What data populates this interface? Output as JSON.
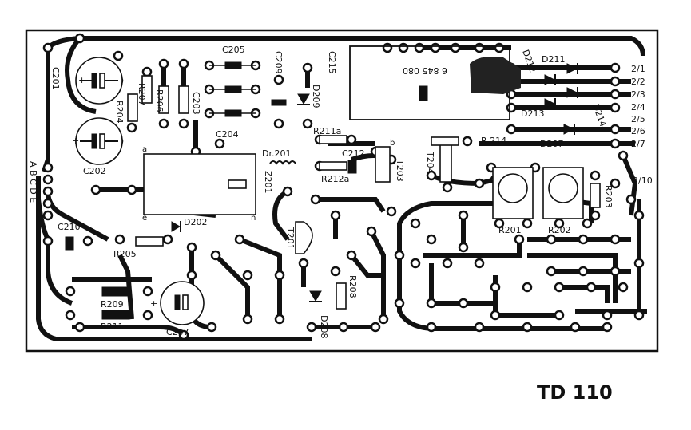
{
  "title": "TD 110",
  "part_number": "6 845 080",
  "labels": {
    "C201": "C201",
    "C202": "C202",
    "C203": "C203",
    "C204": "C204",
    "C205": "C205",
    "C207": "C207",
    "C209": "C209",
    "C210": "C210",
    "C212": "C212",
    "C215": "C215",
    "R203": "R203",
    "R204": "R204",
    "R205": "R205",
    "R206": "R206",
    "R207": "R207",
    "R208": "R208",
    "R209": "R209",
    "R211": "R211",
    "R211a": "R211a",
    "R212a": "R212a",
    "R214": "R 214",
    "R201": "R201",
    "R202": "R202",
    "D202": "D202",
    "D207": "D207",
    "D208": "D208",
    "D209": "D209",
    "D211": "D211",
    "D212": "D212",
    "D213": "D213",
    "D214": "D214",
    "Z201": "Z201",
    "Dr201": "Dr.201",
    "T201": "T201",
    "T203": "T203",
    "T204": "T204",
    "row_abcde": "A B C D E",
    "sym_plus": "+",
    "pin_a": "a",
    "pin_e": "e",
    "pin_b": "b",
    "pin_n": "n"
  },
  "connectors": [
    "2/1",
    "2/2",
    "2/3",
    "2/4",
    "2/5",
    "2/6",
    "2/7",
    "2/10"
  ]
}
